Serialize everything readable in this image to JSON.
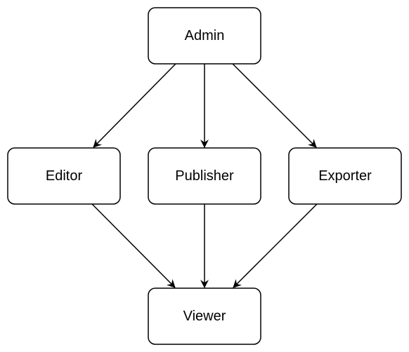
{
  "nodes": {
    "admin": {
      "label": "Admin"
    },
    "editor": {
      "label": "Editor"
    },
    "publisher": {
      "label": "Publisher"
    },
    "exporter": {
      "label": "Exporter"
    },
    "viewer": {
      "label": "Viewer"
    }
  },
  "edges": [
    {
      "from": "admin",
      "to": "editor"
    },
    {
      "from": "admin",
      "to": "publisher"
    },
    {
      "from": "admin",
      "to": "exporter"
    },
    {
      "from": "editor",
      "to": "viewer"
    },
    {
      "from": "publisher",
      "to": "viewer"
    },
    {
      "from": "exporter",
      "to": "viewer"
    }
  ],
  "colors": {
    "stroke": "#000000",
    "fill": "#ffffff",
    "text": "#000000"
  }
}
